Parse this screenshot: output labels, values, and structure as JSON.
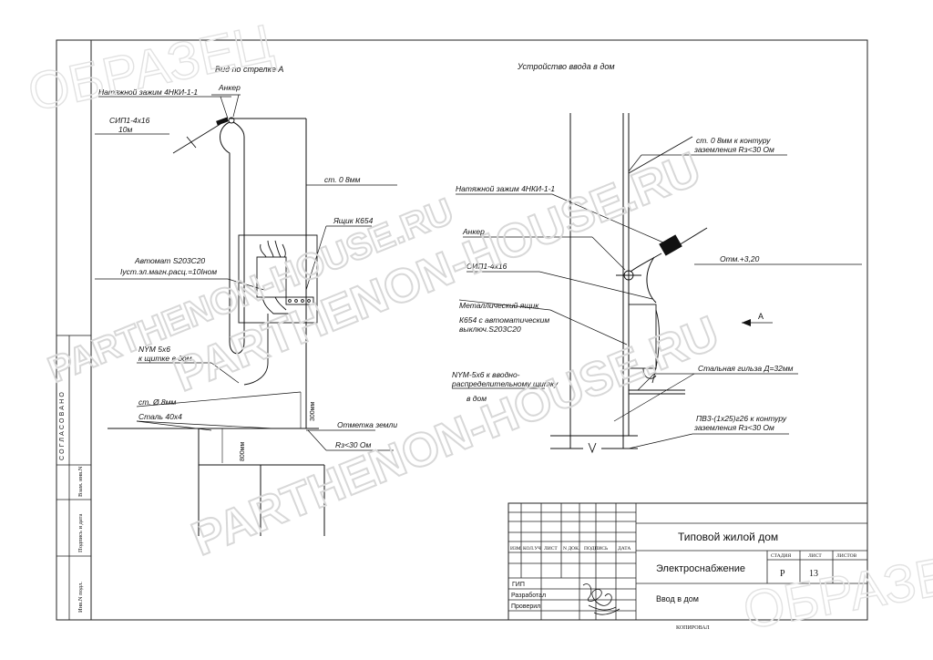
{
  "watermark": {
    "sample_top": "ОБРАЗЕЦ",
    "sample_bottom": "ОБРАЗЕЦ",
    "brand": "PARTHENON-HOUSE.RU"
  },
  "left_view": {
    "title": "Вид по стрелке А",
    "label_clamp": "Натяжной зажим 4НКИ-1-1",
    "label_anchor": "Анкер",
    "label_cable": "СИП1-4х16",
    "label_cable_len": "10м",
    "label_steel_top": "ст. 0 8мм",
    "label_box": "Ящик К654",
    "label_breaker_1": "Автомат S203C20",
    "label_breaker_2": "Iуст.эл.магн.расц.=10Iном",
    "label_nym_1": "NYM 5х6",
    "label_nym_2": "к щитке в дом",
    "label_steel_8": "ст. Ø 8мм",
    "label_steel_40": "Сталь 40х4",
    "label_ground": "Отметка земли",
    "label_rz": "Rз<30 Ом",
    "dim_300": "300мм",
    "dim_800": "800мм"
  },
  "right_view": {
    "title": "Устройство ввода в дом",
    "label_steel_top_1": "ст. 0 8мм      к контуру",
    "label_steel_top_2": "заземления Rз<30 Ом",
    "label_clamp": "Натяжной зажим 4НКИ-1-1",
    "label_anchor": "Анкер",
    "label_elev": "Отм.+3,20",
    "label_cable": "СИП1-4х16",
    "label_box_1": "Металлический ящик",
    "label_box_2": "К654 с автоматическим",
    "label_box_3": "выключ.S203C20",
    "label_arrow": "А",
    "label_nym_1": "NYM-5х6 к вводно-",
    "label_nym_2": "распределительному щитку",
    "label_nym_3": "в дом",
    "label_sleeve": "Стальная гильза Д=32мм",
    "label_pv_1": "ПВ3-(1х25)г26     к контуру",
    "label_pv_2": "заземления Rз<30 Ом"
  },
  "side_stamp": {
    "agreed": "СОГЛАСОВАНО",
    "inv_replaced": "Взам. инв.N",
    "sign_date": "Подпись и дата",
    "inv_orig": "Инв.N подл."
  },
  "title_block": {
    "project": "Типовой жилой дом",
    "section": "Электроснабжение",
    "sheet_name": "Ввод в дом",
    "col_izm": "ИЗМ.",
    "col_kol": "КОЛ.УЧ",
    "col_list": "ЛИСТ",
    "col_ndok": "N ДОК.",
    "col_podp": "ПОДПИСЬ",
    "col_data": "ДАТА",
    "role_gip": "ГИП",
    "role_dev": "Разработал",
    "role_chk": "Проверил",
    "stage_h": "СТАДИЯ",
    "sheet_h": "ЛИСТ",
    "sheets_h": "ЛИСТОВ",
    "stage_v": "Р",
    "sheet_v": "13",
    "copied": "КОПИРОВАЛ"
  }
}
